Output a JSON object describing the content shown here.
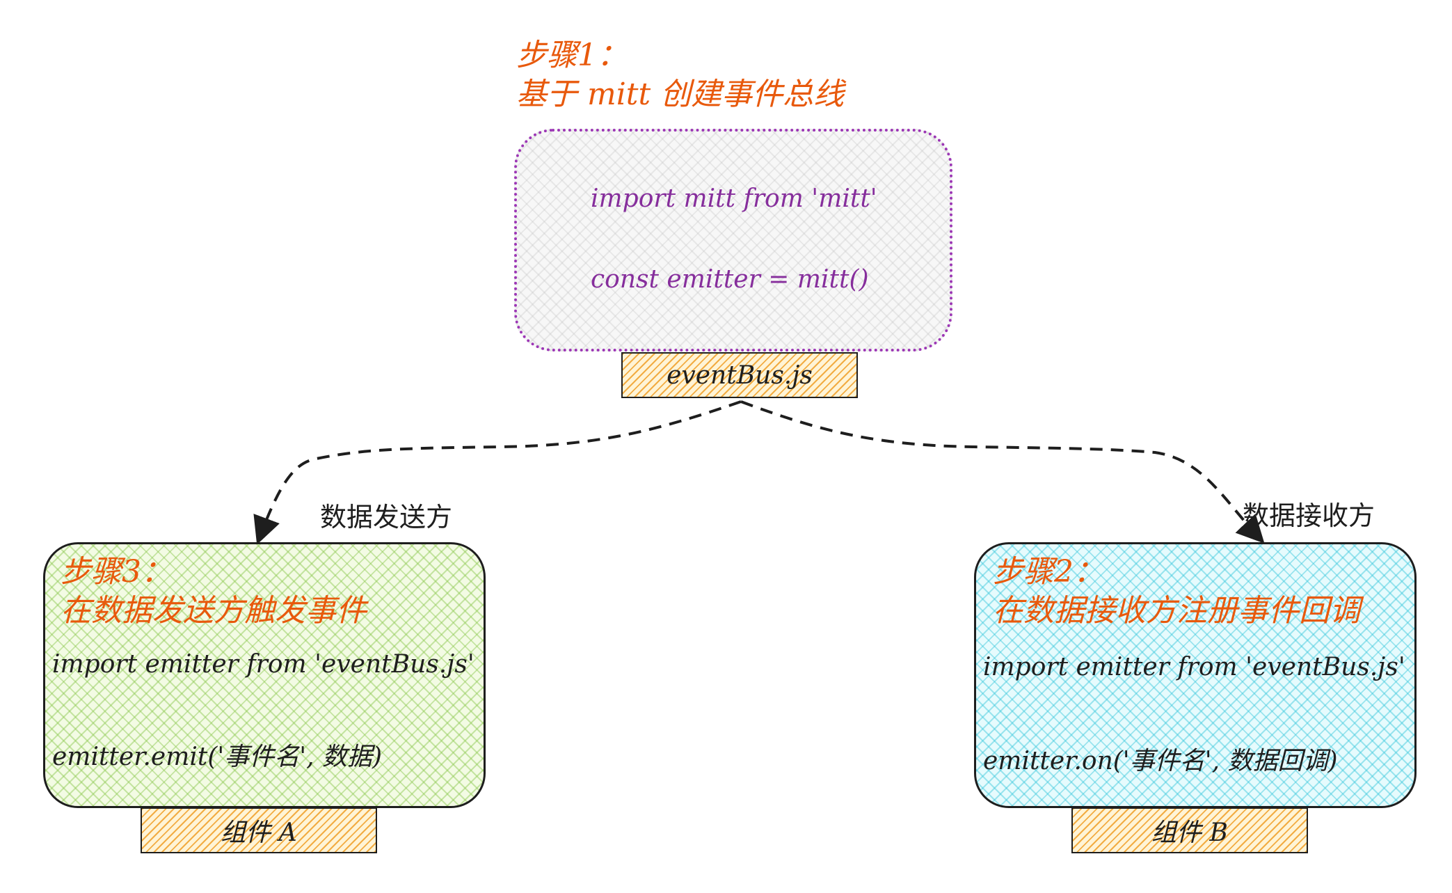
{
  "step1": {
    "line1": "步骤1：",
    "line2": "基于 mitt 创建事件总线"
  },
  "event_bus": {
    "code1": "import mitt from 'mitt'",
    "code2": "const emitter = mitt()",
    "tag": "eventBus.js"
  },
  "component_a": {
    "step_line1": "步骤3：",
    "step_line2": "在数据发送方触发事件",
    "code1": "import emitter from 'eventBus.js'",
    "code2": "emitter.emit('事件名', 数据)",
    "tag": "组件 A"
  },
  "component_b": {
    "step_line1": "步骤2：",
    "step_line2": "在数据接收方注册事件回调",
    "code1": "import emitter from 'eventBus.js'",
    "code2": "emitter.on('事件名', 数据回调)",
    "tag": "组件 B"
  },
  "edges": {
    "to_a": "数据发送方",
    "to_b": "数据接收方"
  },
  "colors": {
    "step_text": "#e8590c",
    "bus_border": "#9c36b5",
    "bus_code": "#862e9c",
    "arrow": "#1e1e1e",
    "tag_hatch": "#f0a028",
    "box_a_hatch": "#8cc850",
    "box_b_hatch": "#3cc8dc"
  }
}
